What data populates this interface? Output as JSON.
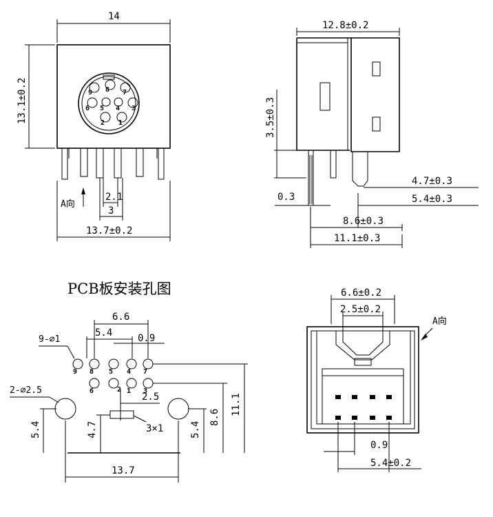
{
  "views": {
    "front": {
      "dim_top": "14",
      "dim_height": "13.1±0.2",
      "dim_pitch": "2.1",
      "dim_pitch2": "3",
      "dim_bottom": "13.7±0.2",
      "a_direction": "A向",
      "pins": [
        "9",
        "8",
        "7",
        "6",
        "5",
        "4",
        "3",
        "2",
        "1"
      ]
    },
    "side": {
      "dim_top": "12.8±0.2",
      "dim_left": "3.5±0.3",
      "dim_a": "4.7±0.3",
      "dim_b": "5.4±0.3",
      "dim_c": "0.3",
      "dim_d": "8.6±0.3",
      "dim_e": "11.1±0.3"
    },
    "pcb": {
      "title": "PCB板安装孔图",
      "dim_66": "6.6",
      "dim_54": "5.4",
      "dim_09": "0.9",
      "hole_small": "9-⌀1",
      "hole_large": "2-⌀2.5",
      "dim_25": "2.5",
      "slot": "3×1",
      "dim_left_54": "5.4",
      "dim_47": "4.7",
      "dim_right_54": "5.4",
      "dim_86": "8.6",
      "dim_111": "11.1",
      "dim_137": "13.7",
      "pins_top": [
        "9",
        "8",
        "5",
        "4",
        "7"
      ],
      "pins_bottom": [
        "6",
        "2",
        "1",
        "3"
      ]
    },
    "bottom": {
      "dim_66": "6.6±0.2",
      "dim_25": "2.5±0.2",
      "a_direction": "A向",
      "dim_09": "0.9",
      "dim_54": "5.4±0.2"
    }
  }
}
